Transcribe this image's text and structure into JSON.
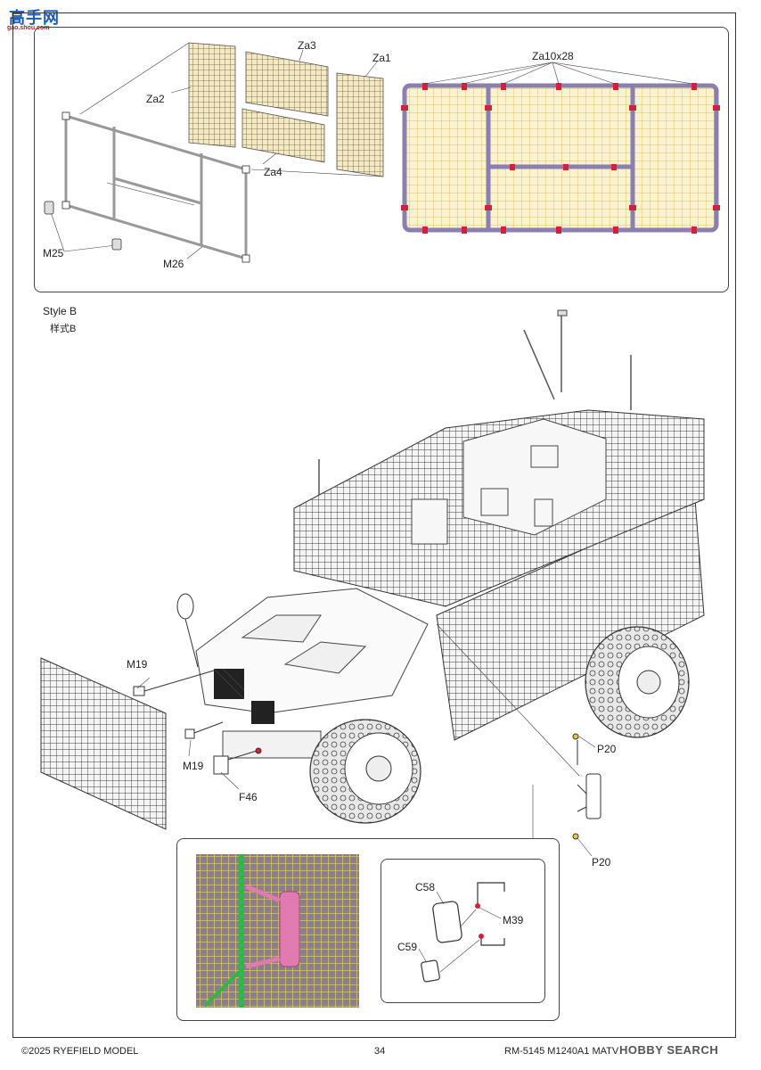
{
  "watermark": {
    "logo_text": "高手网",
    "logo_url": "gao.shou.com",
    "corner_text": "HOBBY SEARCH"
  },
  "top_panel": {
    "labels": {
      "za1": "Za1",
      "za2": "Za2",
      "za3": "Za3",
      "za4": "Za4",
      "za10x28": "Za10x28",
      "m25": "M25",
      "m26": "M26"
    }
  },
  "style_section": {
    "title": "Style B",
    "subtitle": "样式B"
  },
  "main_labels": {
    "m19_top": "M19",
    "m19_bottom": "M19",
    "f46": "F46",
    "p20_top": "P20",
    "p20_bottom": "P20"
  },
  "detail": {
    "c58": "C58",
    "c59": "C59",
    "m39": "M39"
  },
  "footer": {
    "copyright": "©2025 RYEFIELD MODEL",
    "page": "34",
    "code": "RM-5145 M1240A1 MATV"
  },
  "colors": {
    "accent_pipe": "#8a7fb0",
    "accent_clip": "#d4213a",
    "mesh_yellow": "#e6cf63",
    "green_bar": "#33b54a",
    "pink_part": "#e07ab0"
  }
}
